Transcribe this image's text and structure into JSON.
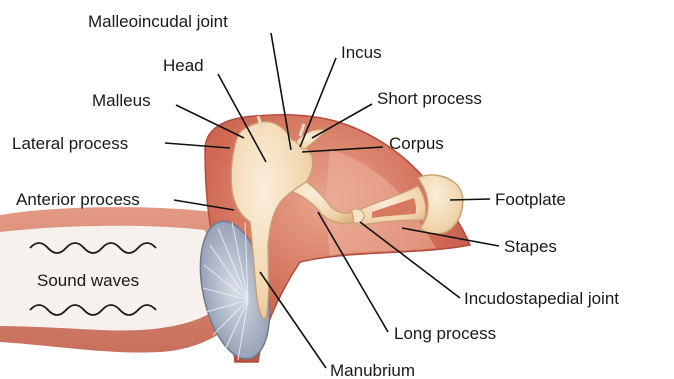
{
  "labels": {
    "malleoincudal_joint": "Malleoincudal joint",
    "incus": "Incus",
    "head": "Head",
    "short_process": "Short process",
    "malleus": "Malleus",
    "corpus": "Corpus",
    "lateral_process": "Lateral process",
    "footplate": "Footplate",
    "anterior_process": "Anterior process",
    "stapes": "Stapes",
    "sound_waves": "Sound waves",
    "incudostapedial_joint": "Incudostapedial joint",
    "long_process": "Long process",
    "manubrium": "Manubrium"
  },
  "colors": {
    "canal_tissue": "#d9826c",
    "cavity": "#c95f4d",
    "cavity_light": "#e59c86",
    "bone": "#f3d9b4",
    "bone_shadow": "#e2bd8f",
    "eardrum": "#a8b3c7",
    "wave": "#1a1a1a"
  }
}
